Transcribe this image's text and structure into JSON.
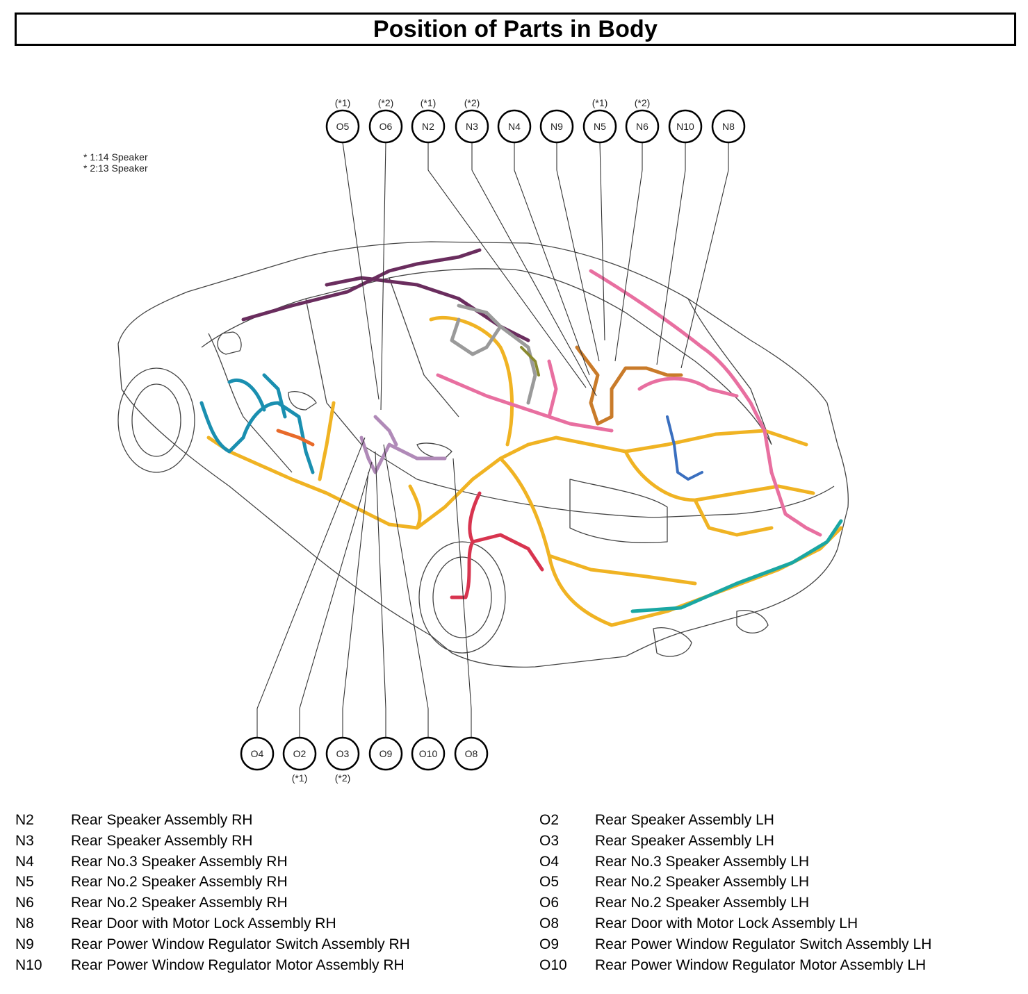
{
  "title": "Position of Parts in Body",
  "notes": [
    "* 1:14 Speaker",
    "* 2:13 Speaker"
  ],
  "top_callouts": [
    {
      "code": "O5",
      "note": "(*1)"
    },
    {
      "code": "O6",
      "note": "(*2)"
    },
    {
      "code": "N2",
      "note": "(*1)"
    },
    {
      "code": "N3",
      "note": "(*2)"
    },
    {
      "code": "N4",
      "note": ""
    },
    {
      "code": "N9",
      "note": ""
    },
    {
      "code": "N5",
      "note": "(*1)"
    },
    {
      "code": "N6",
      "note": "(*2)"
    },
    {
      "code": "N10",
      "note": ""
    },
    {
      "code": "N8",
      "note": ""
    }
  ],
  "bottom_callouts": [
    {
      "code": "O4",
      "note": ""
    },
    {
      "code": "O2",
      "note": "(*1)"
    },
    {
      "code": "O3",
      "note": "(*2)"
    },
    {
      "code": "O9",
      "note": ""
    },
    {
      "code": "O10",
      "note": ""
    },
    {
      "code": "O8",
      "note": ""
    }
  ],
  "legend_left": [
    {
      "code": "N2",
      "name": "Rear Speaker Assembly RH"
    },
    {
      "code": "N3",
      "name": "Rear Speaker Assembly RH"
    },
    {
      "code": "N4",
      "name": "Rear No.3 Speaker Assembly RH"
    },
    {
      "code": "N5",
      "name": "Rear No.2 Speaker Assembly RH"
    },
    {
      "code": "N6",
      "name": "Rear No.2 Speaker Assembly RH"
    },
    {
      "code": "N8",
      "name": "Rear Door with Motor Lock Assembly RH"
    },
    {
      "code": "N9",
      "name": "Rear Power Window Regulator Switch Assembly RH"
    },
    {
      "code": "N10",
      "name": "Rear Power Window Regulator Motor Assembly RH"
    }
  ],
  "legend_right": [
    {
      "code": "O2",
      "name": "Rear Speaker Assembly LH"
    },
    {
      "code": "O3",
      "name": "Rear Speaker Assembly LH"
    },
    {
      "code": "O4",
      "name": "Rear No.3 Speaker Assembly LH"
    },
    {
      "code": "O5",
      "name": "Rear No.2 Speaker Assembly LH"
    },
    {
      "code": "O6",
      "name": "Rear No.2 Speaker Assembly LH"
    },
    {
      "code": "O8",
      "name": "Rear Door with Motor Lock Assembly LH"
    },
    {
      "code": "O9",
      "name": "Rear Power Window Regulator Switch Assembly LH"
    },
    {
      "code": "O10",
      "name": "Rear Power Window Regulator Motor Assembly LH"
    }
  ],
  "colors": {
    "harness_yellow": "#f0b323",
    "harness_pink": "#e86fa0",
    "harness_teal": "#1a8fb0",
    "harness_cyan": "#1aa7a3",
    "harness_purple": "#6a2d5e",
    "harness_brown": "#c97b2a",
    "harness_red": "#d8344f",
    "harness_lilac": "#b08ab8",
    "harness_gray": "#9a9a9a",
    "harness_orange": "#e86a2a",
    "harness_olive": "#8a8a30",
    "harness_blue": "#3a6fbf"
  }
}
